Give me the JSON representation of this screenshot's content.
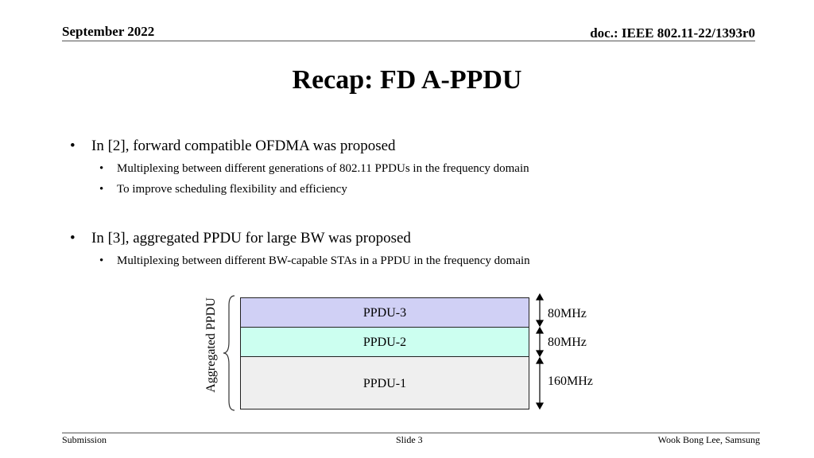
{
  "header": {
    "date": "September 2022",
    "doc": "doc.: IEEE 802.11-22/1393r0"
  },
  "title": "Recap: FD A-PPDU",
  "bullets": [
    {
      "text": "In [2], forward compatible OFDMA was proposed",
      "sub": [
        "Multiplexing between different generations of 802.11 PPDUs in the frequency domain",
        "To improve scheduling flexibility and efficiency"
      ]
    },
    {
      "text": "In [3], aggregated PPDU for large BW was proposed",
      "sub": [
        "Multiplexing between different BW-capable STAs in a PPDU in the frequency domain"
      ]
    }
  ],
  "diagram": {
    "brace_label": "Aggregated PPDU",
    "bands": [
      {
        "label": "PPDU-3",
        "bw": "80MHz",
        "color": "#d0d0f5"
      },
      {
        "label": "PPDU-2",
        "bw": "80MHz",
        "color": "#ccfff0"
      },
      {
        "label": "PPDU-1",
        "bw": "160MHz",
        "color": "#efefef"
      }
    ]
  },
  "footer": {
    "left": "Submission",
    "center": "Slide 3",
    "right": "Wook Bong Lee, Samsung"
  }
}
